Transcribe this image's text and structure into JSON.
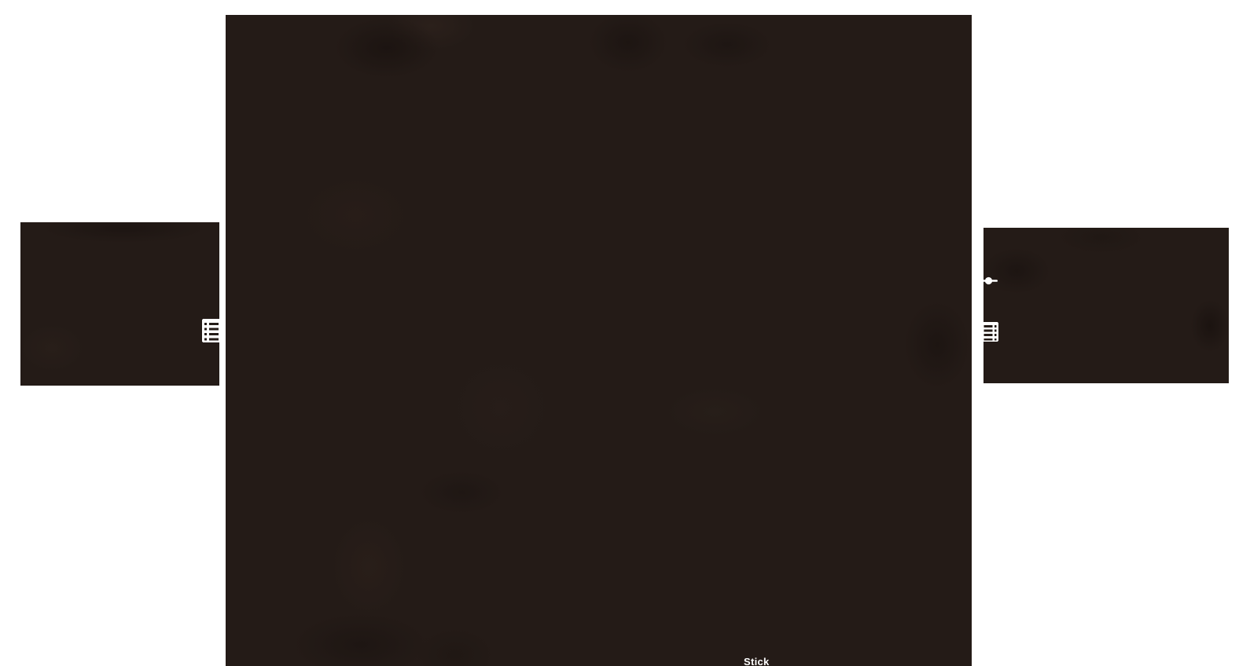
{
  "page": {
    "background_color": "#ffffff"
  },
  "lightbox": {
    "caption_partial": "Stick",
    "photo_base_color": "#241b17",
    "overlay_icon_color": "#ffffff",
    "slides": {
      "previous": {
        "name": "previous-photo",
        "icons": [
          "list-icon"
        ]
      },
      "current": {
        "name": "current-photo",
        "caption": "Stick"
      },
      "next": {
        "name": "next-photo",
        "icons": [
          "slider-handle-icon",
          "list-icon"
        ]
      }
    }
  }
}
